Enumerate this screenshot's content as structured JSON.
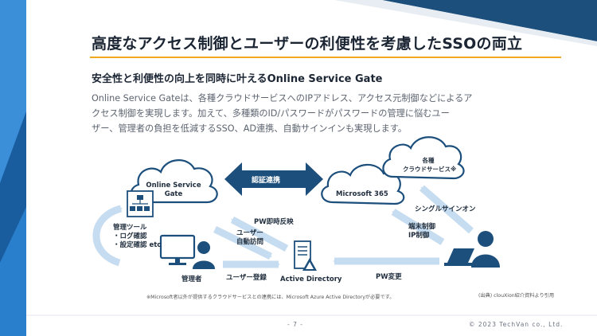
{
  "slide": {
    "title": "高度なアクセス制御とユーザーの利便性を考慮したSSOの両立",
    "subtitle": "安全性と利便性の向上を同時に叶えるOnline Service Gate",
    "body_lines": [
      "Online Service Gateは、各種クラウドサービスへのIPアドレス、アクセス元制御などによるア",
      "クセス制御を実現します。加えて、多種類のID/パスワードがパスワードの管理に悩むユー",
      "ザー、管理者の負担を低減するSSO、AD連携、自動サインインも実現します。"
    ]
  },
  "diagram": {
    "osg_cloud_line1": "Online Service",
    "osg_cloud_line2": "Gate",
    "auth_arrow_label": "認証連携",
    "ms365_label": "Microsoft 365",
    "cloud_services_line1": "各種",
    "cloud_services_line2": "クラウドサービス※",
    "sso_label": "シングルサインオン",
    "device_control_line1": "端末制御",
    "device_control_line2": "IP制御",
    "pw_reflect_label": "PW即時反映",
    "user_auto_visit_line1": "ユーザー",
    "user_auto_visit_line2": "自動訪問",
    "mgmt_tool_line1": "管理ツール",
    "mgmt_tool_line2": "・ログ確認",
    "mgmt_tool_line3": "・設定確認 etc",
    "admin_label": "管理者",
    "user_register_label": "ユーザー登録",
    "ad_label": "Active Directory",
    "pw_change_label": "PW変更"
  },
  "notes": {
    "ms_note": "※Microsoft者以外が提供するクラウドサービスとの連携には、Microsoft Azure Active Directoryが必要です。",
    "source": "(出典) clouXion紹介資料より引用"
  },
  "footer": {
    "page": "- 7 -",
    "copyright": "© 2023 TechVan co., Ltd."
  },
  "colors": {
    "primary": "#1c4f7c",
    "accent": "#f2a81d",
    "light_arrow": "#c6dcf0",
    "sidebar": "#2379c3"
  }
}
